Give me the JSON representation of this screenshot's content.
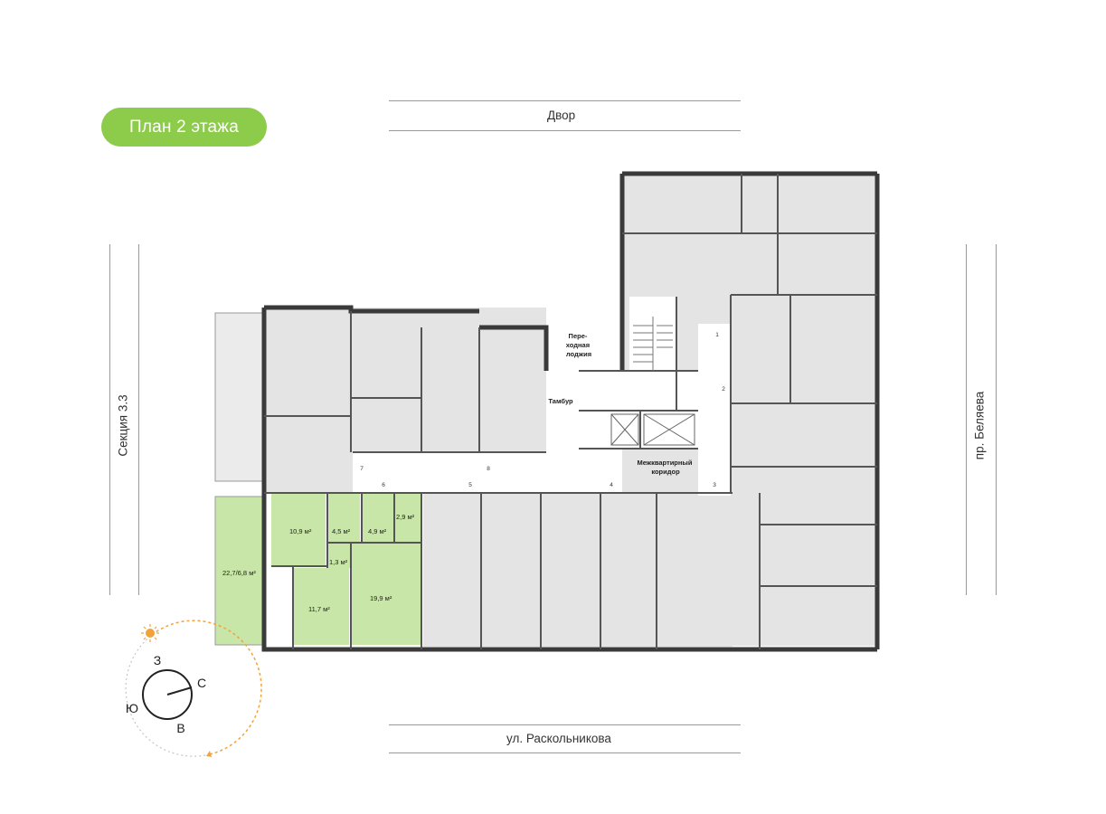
{
  "badge": {
    "label": "План 2 этажа"
  },
  "streets": {
    "top": "Двор",
    "bottom": "ул. Раскольникова",
    "left": "Секция 3.3",
    "right": "пр. Беляева"
  },
  "highlighted_apartment": {
    "rooms": [
      "10,9 м²",
      "4,5 м²",
      "4,9 м²",
      "2,9 м²",
      "1,3 м²",
      "11,7 м²",
      "19,9 м²",
      "22,7/6,8 м²"
    ]
  },
  "common_areas": {
    "loggia": "Пере-\nходная\nлоджия",
    "tambour": "Тамбур",
    "corridor": "Межквартирный\nкоридор"
  },
  "door_numbers": [
    "1",
    "2",
    "3",
    "4",
    "5",
    "6",
    "7",
    "8"
  ],
  "compass": {
    "north": "С",
    "south": "Ю",
    "west": "З",
    "east": "В"
  },
  "colors": {
    "accent": "#8dcb4a",
    "highlight_fill": "#c8e6a8",
    "room_fill": "#e4e4e4",
    "wall": "#3a3a3a",
    "sun_path": "#f2a23a"
  },
  "icons": [
    "sun-icon",
    "compass-icon"
  ]
}
